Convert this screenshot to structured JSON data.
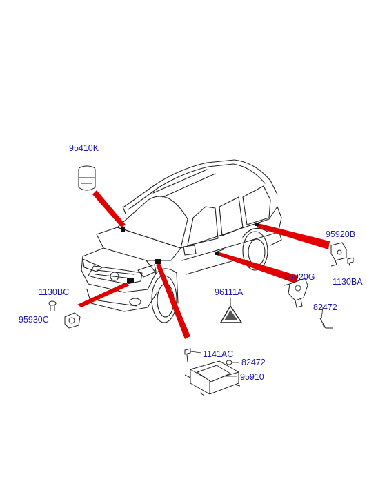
{
  "labels": {
    "p95410K": "95410K",
    "p95920B": "95920B",
    "p1130BA": "1130BA",
    "p95920G": "95920G",
    "p82472a": "82472",
    "p96111A": "96111A",
    "p1130BC": "1130BC",
    "p95930C": "95930C",
    "p1141AC": "1141AC",
    "p82472b": "82472",
    "p95910": "95910"
  },
  "colors": {
    "label": "#1a1aa8",
    "leader": "#e00000",
    "line": "#222222"
  }
}
